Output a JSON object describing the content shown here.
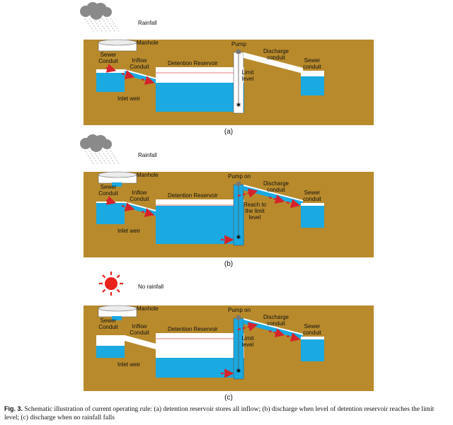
{
  "panels": [
    {
      "weather": "Rainfall",
      "manhole": "Manhole",
      "sewer_conduit_left": [
        "Sewer",
        "Conduit"
      ],
      "inflow_conduit": [
        "Inflow",
        "Conduit"
      ],
      "detention_reservoir": "Detention Reservoir",
      "pump": "Pump",
      "discharge_conduit": [
        "Discharge",
        "conduit"
      ],
      "sewer_conduit_right": [
        "Sewer",
        "conduit"
      ],
      "level_note": [
        "Limit",
        "level"
      ],
      "inlet_weir": "Inlet weir",
      "sublabel": "(a)"
    },
    {
      "weather": "Rainfall",
      "manhole": "Manhole",
      "sewer_conduit_left": [
        "Sewer",
        "Conduit"
      ],
      "inflow_conduit": [
        "Inflow",
        "Conduit"
      ],
      "detention_reservoir": "Detention Reservoir",
      "pump": "Pump on",
      "discharge_conduit": [
        "Discharge",
        "conduit"
      ],
      "sewer_conduit_right": [
        "Sewer",
        "conduit"
      ],
      "level_note": [
        "Reach to",
        "the limit",
        "level"
      ],
      "inlet_weir": "Inlet weir",
      "sublabel": "(b)"
    },
    {
      "weather": "No rainfall",
      "manhole": "Manhole",
      "sewer_conduit_left": [
        "Sewer",
        "Conduit"
      ],
      "inflow_conduit": [
        "Inflow",
        "Conduit"
      ],
      "detention_reservoir": "Detention Reservoir",
      "pump": "Pump on",
      "discharge_conduit": [
        "Discharge",
        "conduit"
      ],
      "sewer_conduit_right": [
        "Sewer",
        "conduit"
      ],
      "level_note": [
        "Limit",
        "level"
      ],
      "inlet_weir": "Inlet weir",
      "sublabel": "(c)"
    }
  ],
  "caption": {
    "label": "Fig. 3.",
    "text": "Schematic illustration of current operating rule: (a) detention reservoir stores all inflow; (b) discharge when level of detention reservoir reaches the limit level; (c) discharge when no rainfall falls"
  },
  "colors": {
    "ground": "#b88a2c",
    "water": "#1aa9e0",
    "flow_arrow": "#d6222a",
    "cloud": "#8a8a8a",
    "sun": "#e8221c"
  }
}
